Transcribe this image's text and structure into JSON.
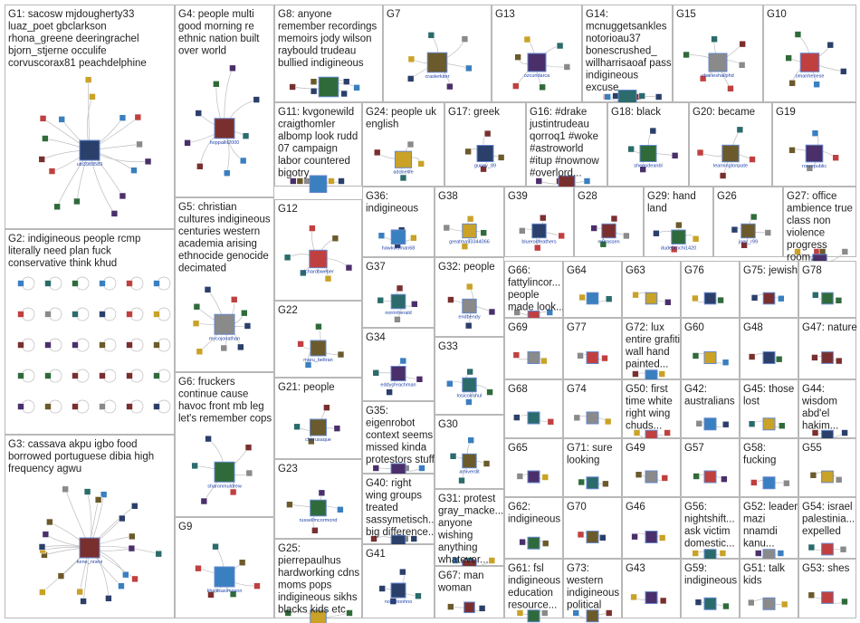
{
  "groups": [
    {
      "id": "G1",
      "lines": [
        "G1: sacosw mjdougherty33",
        "luaz_poet gbclarkson",
        "rhona_greene deeringrachel",
        "bjorn_stjerne occulife",
        "corvuscorax81 peachdelphine"
      ],
      "hub": "ulti3989589"
    },
    {
      "id": "G4",
      "lines": [
        "G4: people multi",
        "good morning re",
        "ethnic nation built",
        "over world"
      ],
      "hub": "hoppallit2000"
    },
    {
      "id": "G8",
      "lines": [
        "G8: anyone",
        "remember recordings",
        "memoirs jody wilson",
        "raybould trudeau",
        "bullied indigineous"
      ],
      "hub": ""
    },
    {
      "id": "G7",
      "lines": [
        "G7"
      ],
      "hub": "craslerkiter"
    },
    {
      "id": "G13",
      "lines": [
        "G13"
      ],
      "hub": "ozcuridarca"
    },
    {
      "id": "G14",
      "lines": [
        "G14:",
        "mcnuggetsankles",
        "notorioau37",
        "bonescrushed_",
        "willharrisaoaf pass",
        "indigineous",
        "excuse"
      ],
      "hub": ""
    },
    {
      "id": "G15",
      "lines": [
        "G15"
      ],
      "hub": "charleshallphd"
    },
    {
      "id": "G10",
      "lines": [
        "G10"
      ],
      "hub": "omanhenese"
    },
    {
      "id": "G11",
      "lines": [
        "G11: kvgonewild",
        "craigthomler",
        "albomp look rudd",
        "07 campaign",
        "labor countered",
        "bigotry"
      ],
      "hub": ""
    },
    {
      "id": "G24",
      "lines": [
        "G24: people uk",
        "english"
      ],
      "hub": "adonelife"
    },
    {
      "id": "G17",
      "lines": [
        "G17: greek"
      ],
      "hub": "guney_89"
    },
    {
      "id": "G16",
      "lines": [
        "G16: #drake",
        "justintrudeau",
        "qorroq1 #woke",
        "#astroworld",
        "#itup #nownow",
        "#overlord..."
      ],
      "hub": ""
    },
    {
      "id": "G18",
      "lines": [
        "G18: black"
      ],
      "hub": "sheepdeanbl"
    },
    {
      "id": "G20",
      "lines": [
        "G20: became"
      ],
      "hub": "learningtonpate"
    },
    {
      "id": "G19",
      "lines": [
        "G19"
      ],
      "hub": "ronrepublic"
    },
    {
      "id": "G2",
      "lines": [
        "G2: indigineous people rcmp",
        "literally need plan fuck",
        "conservative think khud"
      ],
      "hub": ""
    },
    {
      "id": "G5",
      "lines": [
        "G5: christian",
        "cultures indigineous",
        "centuries western",
        "academia arising",
        "ethnocide genocide",
        "decimated"
      ],
      "hub": "mycojonathan"
    },
    {
      "id": "G12",
      "lines": [
        "G12"
      ],
      "hub": "richardbweber"
    },
    {
      "id": "G36",
      "lines": [
        "G36:",
        "indigineous"
      ],
      "hub": "hawkwoman68"
    },
    {
      "id": "G38",
      "lines": [
        "G38"
      ],
      "hub": "greatma93344066"
    },
    {
      "id": "G39",
      "lines": [
        "G39"
      ],
      "hub": "bluerodfeathers"
    },
    {
      "id": "G28",
      "lines": [
        "G28"
      ],
      "hub": "m0rassen"
    },
    {
      "id": "G29",
      "lines": [
        "G29: hand",
        "land"
      ],
      "hub": "dudebrochi1420"
    },
    {
      "id": "G26",
      "lines": [
        "G26"
      ],
      "hub": "joey_r99"
    },
    {
      "id": "G27",
      "lines": [
        "G27: office",
        "ambience true",
        "class non",
        "violence",
        "progress",
        "room..."
      ],
      "hub": ""
    },
    {
      "id": "G37",
      "lines": [
        "G37"
      ],
      "hub": "norrinherald"
    },
    {
      "id": "G32",
      "lines": [
        "G32: people"
      ],
      "hub": "endbendy"
    },
    {
      "id": "G66",
      "lines": [
        "G66:",
        "fattylincor...",
        "people",
        "made look..."
      ],
      "hub": ""
    },
    {
      "id": "G64",
      "lines": [
        "G64"
      ],
      "hub": ""
    },
    {
      "id": "G63",
      "lines": [
        "G63"
      ],
      "hub": ""
    },
    {
      "id": "G76",
      "lines": [
        "G76"
      ],
      "hub": ""
    },
    {
      "id": "G75",
      "lines": [
        "G75: jewish"
      ],
      "hub": ""
    },
    {
      "id": "G78",
      "lines": [
        "G78"
      ],
      "hub": ""
    },
    {
      "id": "G22",
      "lines": [
        "G22"
      ],
      "hub": "maru_beltran"
    },
    {
      "id": "G34",
      "lines": [
        "G34"
      ],
      "hub": "eddycreachman"
    },
    {
      "id": "G33",
      "lines": [
        "G33"
      ],
      "hub": "losicolrahul"
    },
    {
      "id": "G69",
      "lines": [
        "G69"
      ],
      "hub": ""
    },
    {
      "id": "G77",
      "lines": [
        "G77"
      ],
      "hub": ""
    },
    {
      "id": "G72",
      "lines": [
        "G72: lux",
        "entire grafiti",
        "wall hand",
        "painted..."
      ],
      "hub": ""
    },
    {
      "id": "G60",
      "lines": [
        "G60"
      ],
      "hub": ""
    },
    {
      "id": "G48",
      "lines": [
        "G48"
      ],
      "hub": ""
    },
    {
      "id": "G47",
      "lines": [
        "G47: nature"
      ],
      "hub": ""
    },
    {
      "id": "G6",
      "lines": [
        "G6: fruckers",
        "continue cause",
        "havoc front mb leg",
        "let's remember cops"
      ],
      "hub": "sharonmuldrew"
    },
    {
      "id": "G21",
      "lines": [
        "G21: people"
      ],
      "hub": "cherusaque"
    },
    {
      "id": "G35",
      "lines": [
        "G35:",
        "eigenrobot",
        "context seems",
        "missed kinda",
        "protestors stuff"
      ],
      "hub": ""
    },
    {
      "id": "G68",
      "lines": [
        "G68"
      ],
      "hub": ""
    },
    {
      "id": "G74",
      "lines": [
        "G74"
      ],
      "hub": ""
    },
    {
      "id": "G50",
      "lines": [
        "G50: first",
        "time white",
        "right wing",
        "chuds..."
      ],
      "hub": ""
    },
    {
      "id": "G42",
      "lines": [
        "G42:",
        "australians"
      ],
      "hub": ""
    },
    {
      "id": "G45",
      "lines": [
        "G45: those",
        "lost"
      ],
      "hub": ""
    },
    {
      "id": "G44",
      "lines": [
        "G44:",
        "wisdom",
        "abd'el",
        "hakim..."
      ],
      "hub": ""
    },
    {
      "id": "G3",
      "lines": [
        "G3: cassava akpu igbo food",
        "borrowed portuguese dibia high",
        "frequency agwu"
      ],
      "hub": "kene_nneoi"
    },
    {
      "id": "G23",
      "lines": [
        "G23"
      ],
      "hub": "russellmcormond"
    },
    {
      "id": "G30",
      "lines": [
        "G30"
      ],
      "hub": "amiverdit"
    },
    {
      "id": "G65",
      "lines": [
        "G65"
      ],
      "hub": ""
    },
    {
      "id": "G71",
      "lines": [
        "G71: sure",
        "looking"
      ],
      "hub": ""
    },
    {
      "id": "G49",
      "lines": [
        "G49"
      ],
      "hub": ""
    },
    {
      "id": "G57",
      "lines": [
        "G57"
      ],
      "hub": ""
    },
    {
      "id": "G58",
      "lines": [
        "G58:",
        "fucking"
      ],
      "hub": ""
    },
    {
      "id": "G55",
      "lines": [
        "G55"
      ],
      "hub": ""
    },
    {
      "id": "G40",
      "lines": [
        "G40: right",
        "wing groups",
        "treated",
        "sassymetisch...",
        "big difference..."
      ],
      "hub": ""
    },
    {
      "id": "G31",
      "lines": [
        "G31: protest",
        "gray_macke...",
        "anyone",
        "wishing",
        "anything",
        "whatever..."
      ],
      "hub": ""
    },
    {
      "id": "G62",
      "lines": [
        "G62:",
        "indigineous"
      ],
      "hub": ""
    },
    {
      "id": "G70",
      "lines": [
        "G70"
      ],
      "hub": ""
    },
    {
      "id": "G46",
      "lines": [
        "G46"
      ],
      "hub": ""
    },
    {
      "id": "G56",
      "lines": [
        "G56:",
        "nightshift...",
        "ask victim",
        "domestic..."
      ],
      "hub": ""
    },
    {
      "id": "G52",
      "lines": [
        "G52: leader",
        "mazi",
        "nnamdi",
        "kanu..."
      ],
      "hub": ""
    },
    {
      "id": "G54",
      "lines": [
        "G54: israel",
        "palestinia...",
        "expelled"
      ],
      "hub": ""
    },
    {
      "id": "G9",
      "lines": [
        "G9"
      ],
      "hub": "khalilsasimpson"
    },
    {
      "id": "G25",
      "lines": [
        "G25:",
        "pierrepaulhus",
        "hardworking cdns",
        "moms pops",
        "indigineous sikhs",
        "blacks kids etc"
      ],
      "hub": ""
    },
    {
      "id": "G41",
      "lines": [
        "G41"
      ],
      "hub": "nonenoohno"
    },
    {
      "id": "G67",
      "lines": [
        "G67: man",
        "woman"
      ],
      "hub": ""
    },
    {
      "id": "G61",
      "lines": [
        "G61: fsl",
        "indigineous",
        "education",
        "resource..."
      ],
      "hub": ""
    },
    {
      "id": "G73",
      "lines": [
        "G73:",
        "western",
        "indigineous",
        "political"
      ],
      "hub": ""
    },
    {
      "id": "G43",
      "lines": [
        "G43"
      ],
      "hub": ""
    },
    {
      "id": "G59",
      "lines": [
        "G59:",
        "indigineous"
      ],
      "hub": ""
    },
    {
      "id": "G51",
      "lines": [
        "G51: talk",
        "kids"
      ],
      "hub": ""
    },
    {
      "id": "G53",
      "lines": [
        "G53: shes"
      ],
      "hub": ""
    }
  ],
  "colors": {
    "border": "#b8b8b8",
    "edge": "#bdbdbd",
    "g1_edge": "#f4a0a0",
    "username": "#2244aa",
    "node_palette": [
      "#2b3f6b",
      "#7a2f2f",
      "#2f6b3a",
      "#6b5a2b",
      "#4a2f6b",
      "#2b6b6b",
      "#8a8a8a",
      "#c04040",
      "#3a7fbf",
      "#c9a227"
    ]
  }
}
